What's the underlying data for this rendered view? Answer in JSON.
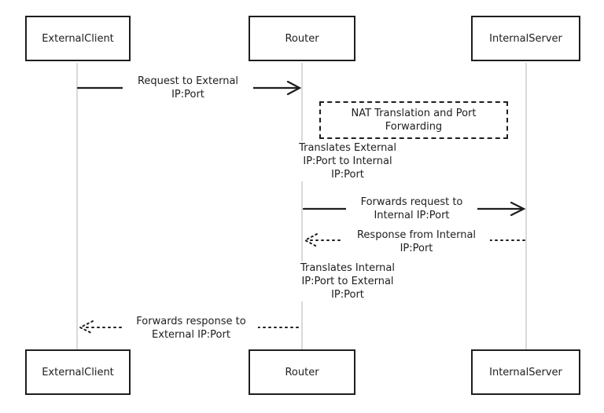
{
  "participants": [
    {
      "id": "client",
      "label": "ExternalClient"
    },
    {
      "id": "router",
      "label": "Router"
    },
    {
      "id": "server",
      "label": "InternalServer"
    }
  ],
  "messages": [
    {
      "from": "client",
      "to": "router",
      "style": "solid",
      "lines": [
        "Request to External",
        "IP:Port"
      ]
    },
    {
      "from": "router",
      "to": "server",
      "style": "solid",
      "lines": [
        "Forwards request to",
        "Internal IP:Port"
      ]
    },
    {
      "from": "server",
      "to": "router",
      "style": "dotted",
      "lines": [
        "Response from Internal",
        "IP:Port"
      ]
    },
    {
      "from": "router",
      "to": "client",
      "style": "dotted",
      "lines": [
        "Forwards response to",
        "External IP:Port"
      ]
    }
  ],
  "note": {
    "over": "router",
    "lines": [
      "NAT Translation and Port",
      "Forwarding"
    ]
  },
  "self_labels": [
    {
      "lines": [
        "Translates External",
        "IP:Port to Internal",
        "IP:Port"
      ]
    },
    {
      "lines": [
        "Translates Internal",
        "IP:Port to External",
        "IP:Port"
      ]
    }
  ]
}
